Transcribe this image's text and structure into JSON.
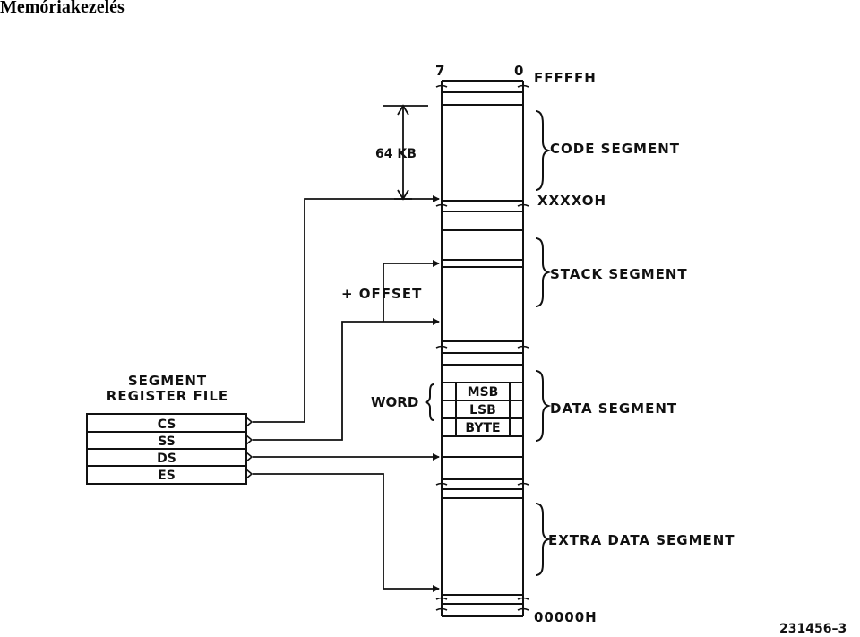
{
  "title": "Memóriakezelés",
  "bits": {
    "high": "7",
    "low": "0"
  },
  "addresses": {
    "top": "FFFFFH",
    "code_base": "XXXXOH",
    "bottom": "00000H"
  },
  "size_label": "64 KB",
  "offset_label": "+ OFFSET",
  "word_label": "WORD",
  "segments": {
    "code": "CODE SEGMENT",
    "stack": "STACK SEGMENT",
    "data": "DATA SEGMENT",
    "extra": "EXTRA DATA SEGMENT"
  },
  "cells": {
    "msb": "MSB",
    "lsb": "LSB",
    "byte": "BYTE"
  },
  "register_file": {
    "title_line1": "SEGMENT",
    "title_line2": "REGISTER FILE",
    "registers": [
      "CS",
      "SS",
      "DS",
      "ES"
    ]
  },
  "figure_id": "231456–3"
}
